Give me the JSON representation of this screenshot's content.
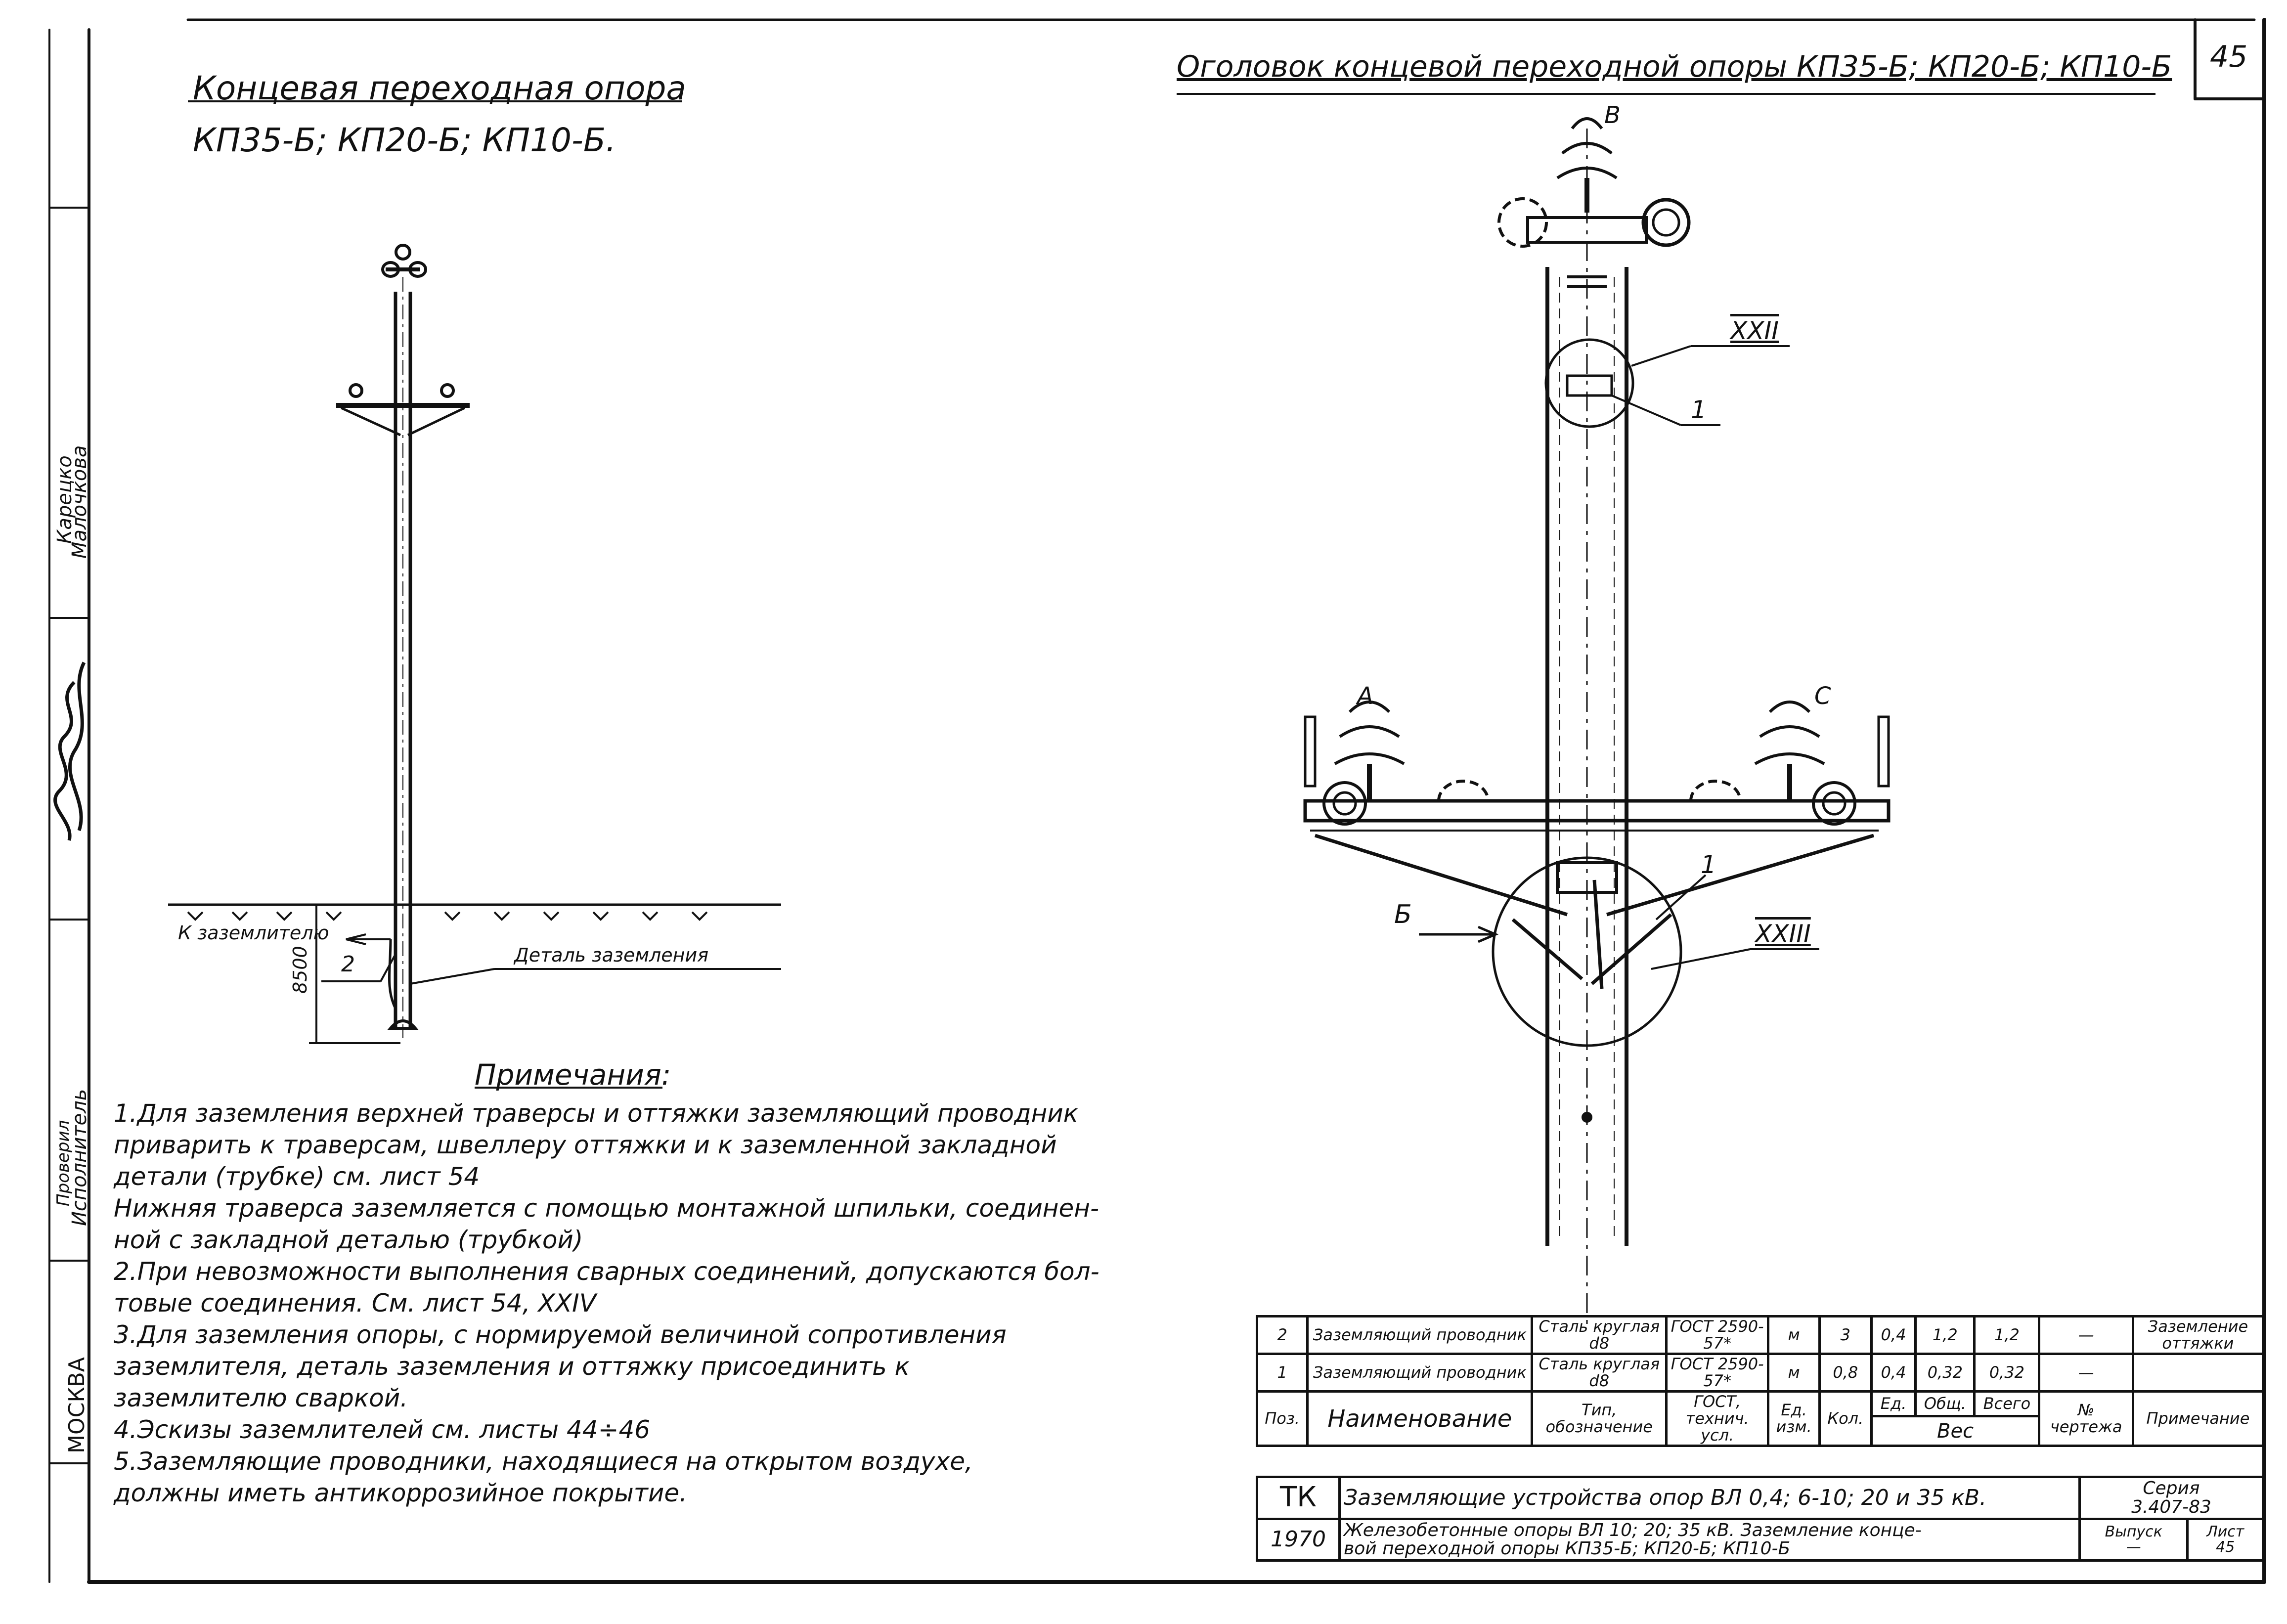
{
  "sheet_number": "45",
  "left_title": {
    "line1": "Концевая переходная опора",
    "line2": "КП35-Б; КП20-Б; КП10-Б."
  },
  "right_title": "Оголовок концевой переходной опоры КП35-Б; КП20-Б; КП10-Б",
  "left_drawing": {
    "ground_label": "К заземлителю",
    "callout_2": "2",
    "detail_label": "Деталь заземления",
    "height_dim": "8500"
  },
  "right_drawing": {
    "label_B_top": "В",
    "label_A": "А",
    "label_C": "С",
    "label_B_arrow": "Б",
    "ref_xxii": "XXII",
    "ref_xxiii": "XXIII",
    "callout_1_top": "1",
    "callout_1_bottom": "1"
  },
  "notes": {
    "heading": "Примечания:",
    "lines": [
      "1.Для заземления верхней траверсы и оттяжки заземляющий проводник",
      "приварить к траверсам, швеллеру оттяжки и к заземленной закладной",
      "детали (трубке) см. лист 54",
      "Нижняя траверса заземляется с помощью монтажной шпильки, соединен-",
      "ной с закладной деталью (трубкой)",
      "2.При невозможности выполнения сварных соединений, допускаются бол-",
      "товые соединения. См. лист 54, XXIV",
      "3.Для заземления опоры, с нормируемой величиной сопротивления",
      "заземлителя, деталь заземления и оттяжку присоединить к",
      "заземлителю сваркой.",
      "4.Эскизы заземлителей см. листы 44÷46",
      "5.Заземляющие проводники, находящиеся на открытом воздухе,",
      "должны иметь антикоррозийное покрытие."
    ]
  },
  "side_stamp": {
    "names": [
      "Карецко",
      "Малочкова"
    ],
    "roles": [
      "Исполнитель",
      "Проверил"
    ],
    "city": "МОСКВА"
  },
  "spec_table": {
    "rows": [
      [
        "2",
        "Заземляющий проводник",
        "Сталь круглая d8",
        "ГОСТ 2590-57*",
        "м",
        "3",
        "0,4",
        "1,2",
        "1,2",
        "—",
        "Заземление оттяжки"
      ],
      [
        "1",
        "Заземляющий проводник",
        "Сталь круглая d8",
        "ГОСТ 2590-57*",
        "м",
        "0,8",
        "0,4",
        "0,32",
        "0,32",
        "—",
        ""
      ]
    ],
    "header": [
      "Поз.",
      "Наименование",
      "Тип, обозначение",
      "ГОСТ, технич. усл.",
      "Ед. изм.",
      "Кол.",
      "Ед.",
      "Общ.",
      "Всего",
      "№ чертежа",
      "Примечание"
    ],
    "weight_label": "Вес"
  },
  "title_block": {
    "org": "ТК",
    "year": "1970",
    "title": "Заземляющие устройства опор ВЛ 0,4; 6-10; 20 и 35 кВ.",
    "subtitle_1": "Железобетонные опоры ВЛ 10; 20; 35 кВ. Заземление конце-",
    "subtitle_2": "вой переходной опоры КП35-Б; КП20-Б; КП10-Б",
    "series_label": "Серия",
    "series": "3.407-83",
    "issue_label": "Выпуск",
    "issue": "—",
    "sheet_label": "Лист",
    "sheet": "45"
  }
}
